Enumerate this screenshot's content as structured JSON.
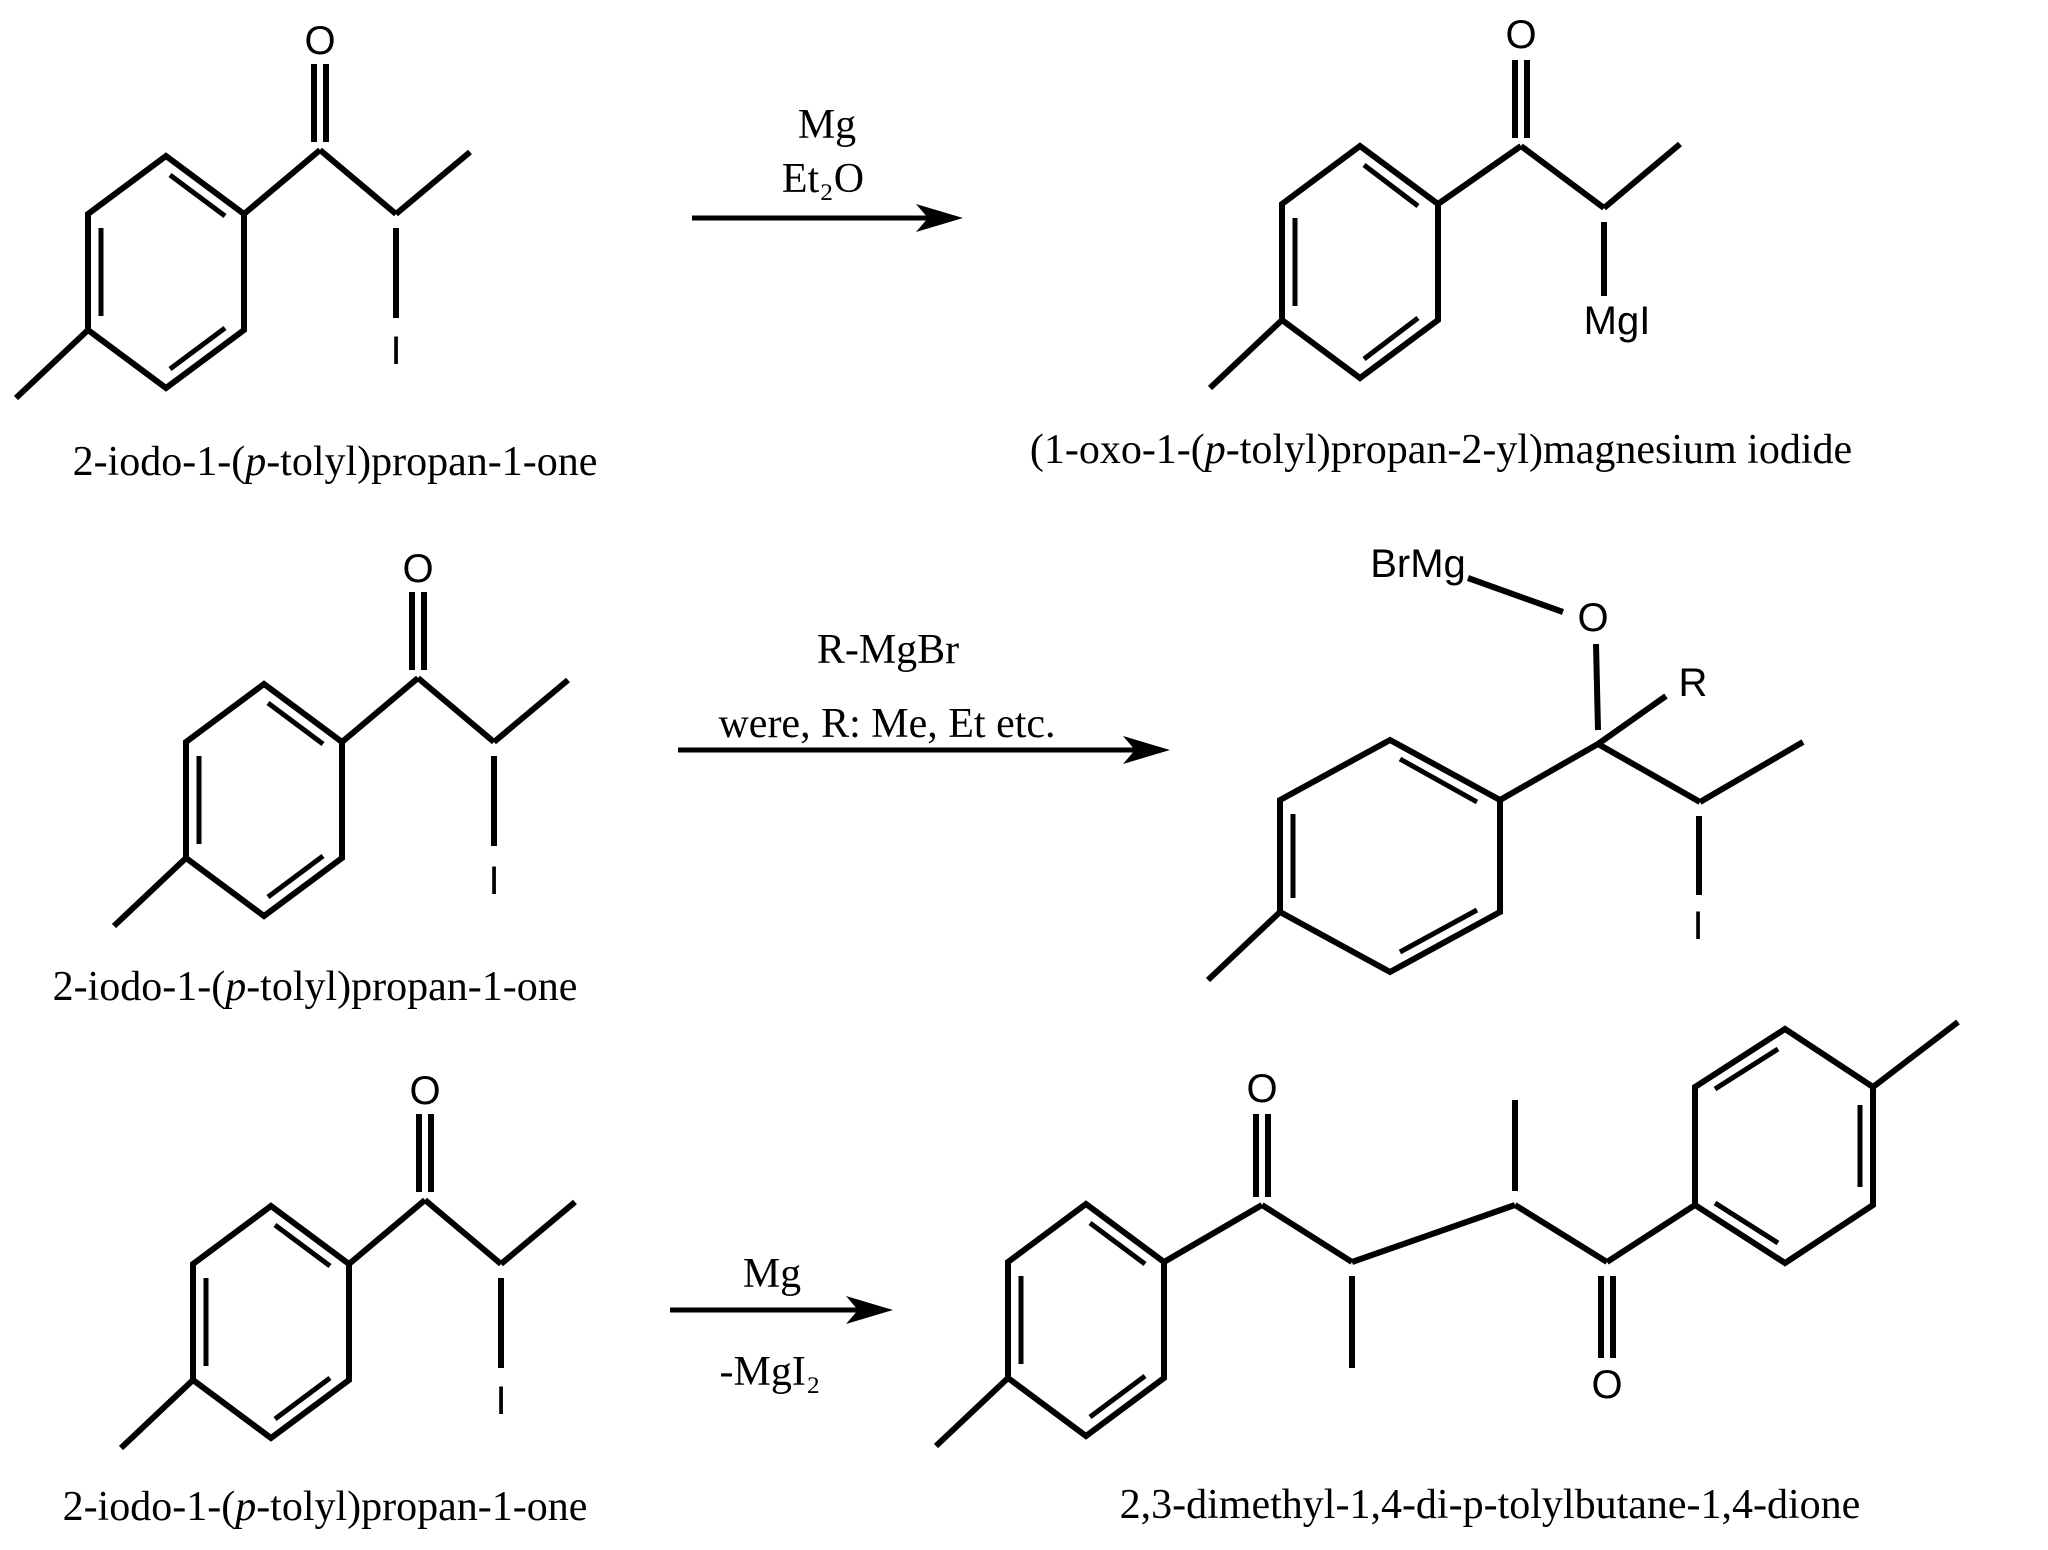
{
  "colors": {
    "background": "#ffffff",
    "ink": "#000000"
  },
  "atoms": {
    "oxygen": "O",
    "iodine": "I",
    "magnesium_iodide": "MgI",
    "bromomagnesium": "BrMg",
    "r_group": "R"
  },
  "reagents": {
    "row1_line1": "Mg",
    "row1_line2": "Et₂O",
    "row2_line1": "R-MgBr",
    "row2_line2": "were, R: Me, Et etc.",
    "row3_above": "Mg",
    "row3_below": "-MgI₂"
  },
  "captions": {
    "reactant": {
      "pre": "2-iodo-1-(",
      "italic": "p",
      "post": "-tolyl)propan-1-one"
    },
    "row1_product": {
      "pre": "(1-oxo-1-(",
      "italic": "p",
      "post": "-tolyl)propan-2-yl)magnesium iodide"
    },
    "row3_product": "2,3-dimethyl-1,4-di-p-tolylbutane-1,4-dione"
  }
}
